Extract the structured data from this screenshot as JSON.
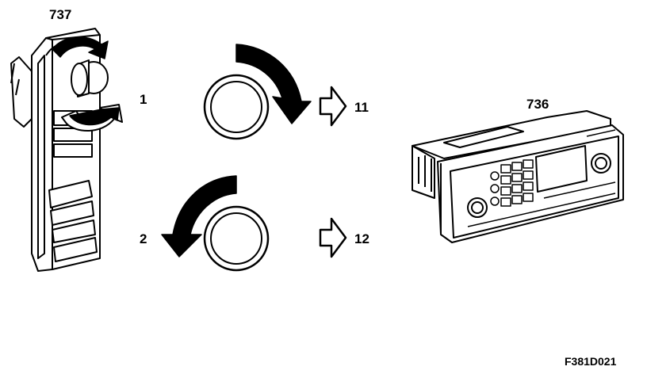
{
  "labels": {
    "switch_module": "737",
    "control_panel": "736",
    "rotation_cw": "1",
    "rotation_ccw": "2",
    "result_cw": "11",
    "result_ccw": "12"
  },
  "figure_ref": "F381D021",
  "colors": {
    "line": "#000000",
    "fill": "#ffffff"
  }
}
